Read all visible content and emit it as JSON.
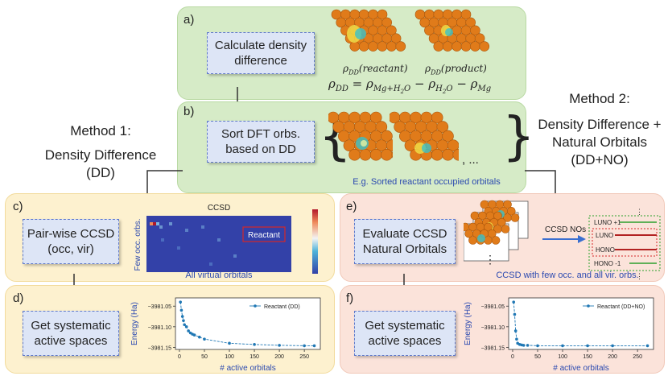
{
  "panels": {
    "a": {
      "tag": "a)",
      "step": "Calculate density difference",
      "label_reactant": "ρDD(reactant)",
      "label_product": "ρDD(product)",
      "equation": "ρDD = ρMg+H2O − ρH2O − ρMg"
    },
    "b": {
      "tag": "b)",
      "step": "Sort DFT orbs. based on DD",
      "ellipsis": ", ...",
      "caption": "E.g.  Sorted reactant occupied orbitals"
    },
    "c": {
      "tag": "c)",
      "step": "Pair-wise CCSD (occ, vir)",
      "heatmap_title": "CCSD",
      "heatmap_ylabel": "Few occ. orbs.",
      "heatmap_badge": "Reactant",
      "caption": "All virtual orbitals"
    },
    "d": {
      "tag": "d)",
      "step": "Get systematic active spaces",
      "caption": "# active orbitals"
    },
    "e": {
      "tag": "e)",
      "step": "Evaluate CCSD Natural Orbitals",
      "arrow_label": "CCSD NOs",
      "levels": [
        "LUNO +1",
        "LUNO",
        "HONO",
        "HONO -1"
      ],
      "dots": "⋮",
      "caption": "CCSD with few occ. and all vir. orbs."
    },
    "f": {
      "tag": "f)",
      "step": "Get systematic active spaces",
      "caption": "# active orbitals"
    }
  },
  "methods": {
    "m1_line1": "Method 1:",
    "m1_line2": "Density Difference (DD)",
    "m2_line1": "Method 2:",
    "m2_line2": "Density Difference +",
    "m2_line3": "Natural Orbitals",
    "m2_line4": "(DD+NO)"
  },
  "colors": {
    "green": "#d6ebc7",
    "orange": "#fdf1cf",
    "red": "#fbe3da",
    "step_fill": "#dde5f6",
    "accent": "#2b49b0"
  },
  "chart_data": [
    {
      "type": "line",
      "series": [
        {
          "name": "Reactant (DD)",
          "x": [
            2,
            4,
            6,
            8,
            10,
            14,
            18,
            22,
            26,
            30,
            40,
            50,
            100,
            150,
            200,
            250,
            270
          ],
          "y": [
            -3981.04,
            -3981.06,
            -3981.075,
            -3981.085,
            -3981.095,
            -3981.1,
            -3981.11,
            -3981.115,
            -3981.118,
            -3981.12,
            -3981.125,
            -3981.13,
            -3981.14,
            -3981.143,
            -3981.145,
            -3981.146,
            -3981.146
          ]
        }
      ],
      "ylabel": "Energy (Ha)",
      "xlabel": "# active orbitals",
      "yticks": [
        "−3981.05",
        "−3981.10",
        "−3981.15"
      ],
      "xticks": [
        "0",
        "50",
        "100",
        "150",
        "200",
        "250"
      ],
      "xlim": [
        -8,
        282
      ],
      "ylim": [
        -3981.155,
        -3981.03
      ]
    },
    {
      "type": "line",
      "series": [
        {
          "name": "Reactant (DD+NO)",
          "x": [
            2,
            4,
            6,
            8,
            10,
            14,
            18,
            22,
            30,
            50,
            100,
            150,
            200,
            270
          ],
          "y": [
            -3981.04,
            -3981.07,
            -3981.11,
            -3981.13,
            -3981.14,
            -3981.143,
            -3981.144,
            -3981.145,
            -3981.145,
            -3981.146,
            -3981.146,
            -3981.146,
            -3981.146,
            -3981.146
          ]
        }
      ],
      "ylabel": "Energy (Ha)",
      "xlabel": "# active orbitals",
      "yticks": [
        "−3981.05",
        "−3981.10",
        "−3981.15"
      ],
      "xticks": [
        "0",
        "50",
        "100",
        "150",
        "200",
        "250"
      ],
      "xlim": [
        -8,
        282
      ],
      "ylim": [
        -3981.155,
        -3981.03
      ]
    }
  ]
}
